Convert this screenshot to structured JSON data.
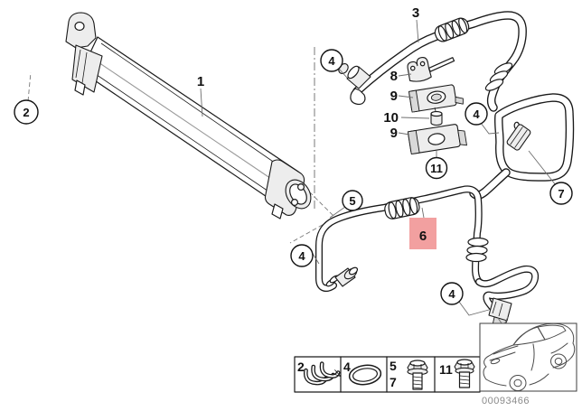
{
  "diagram": {
    "number": "00093466",
    "highlight_color": "#F2A0A0",
    "highlight_text_color": "#8B1C1C"
  },
  "callouts": {
    "c1": "1",
    "c2": "2",
    "c3": "3",
    "c4": "4",
    "c5": "5",
    "c6": "6",
    "c7": "7",
    "c8": "8",
    "c9": "9",
    "c10": "10",
    "c11": "11"
  },
  "legend": {
    "cell1_number": "2",
    "cell2_number": "4",
    "cell3_number_top": "5",
    "cell3_number_bottom": "7",
    "cell4_number": "11",
    "icons": [
      "spring-clamp",
      "o-ring",
      "hex-bolt",
      "hex-bolt"
    ]
  }
}
